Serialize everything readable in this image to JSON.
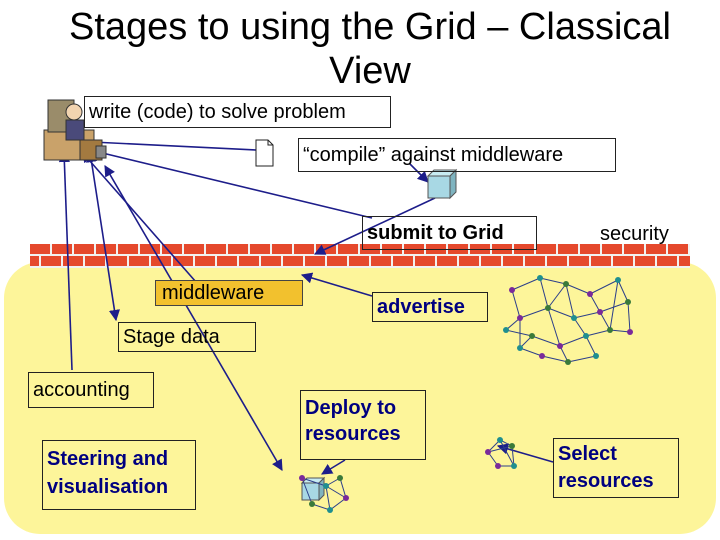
{
  "title": {
    "line1": "Stages to using the Grid – Classical",
    "line2": "View"
  },
  "labels": {
    "write_code": "write (code) to solve problem",
    "compile": "“compile” against middleware",
    "submit": "submit to Grid",
    "security": "security",
    "middleware": "middleware",
    "advertise": "advertise",
    "stage_data": "Stage data",
    "accounting": "accounting",
    "steering_line1": "Steering and",
    "steering_line2": "visualisation",
    "deploy_line1": "Deploy to",
    "deploy_line2": "resources",
    "select_line1": "Select",
    "select_line2": "resources"
  },
  "colors": {
    "grid_area": "#fdf59a",
    "brick": "#e5482c",
    "mortar": "#f1f1f1",
    "middleware_fill": "#f2c12e",
    "arrow": "#1d1d8a",
    "navy_text": "#000080",
    "node_purple": "#7a2a9a",
    "node_teal": "#1f8f8f",
    "node_green": "#3a7a3a"
  },
  "icons": {
    "person": "person-at-desk-icon",
    "document": "document-icon",
    "cube": "cube-icon",
    "network": "network-graph-icon"
  }
}
